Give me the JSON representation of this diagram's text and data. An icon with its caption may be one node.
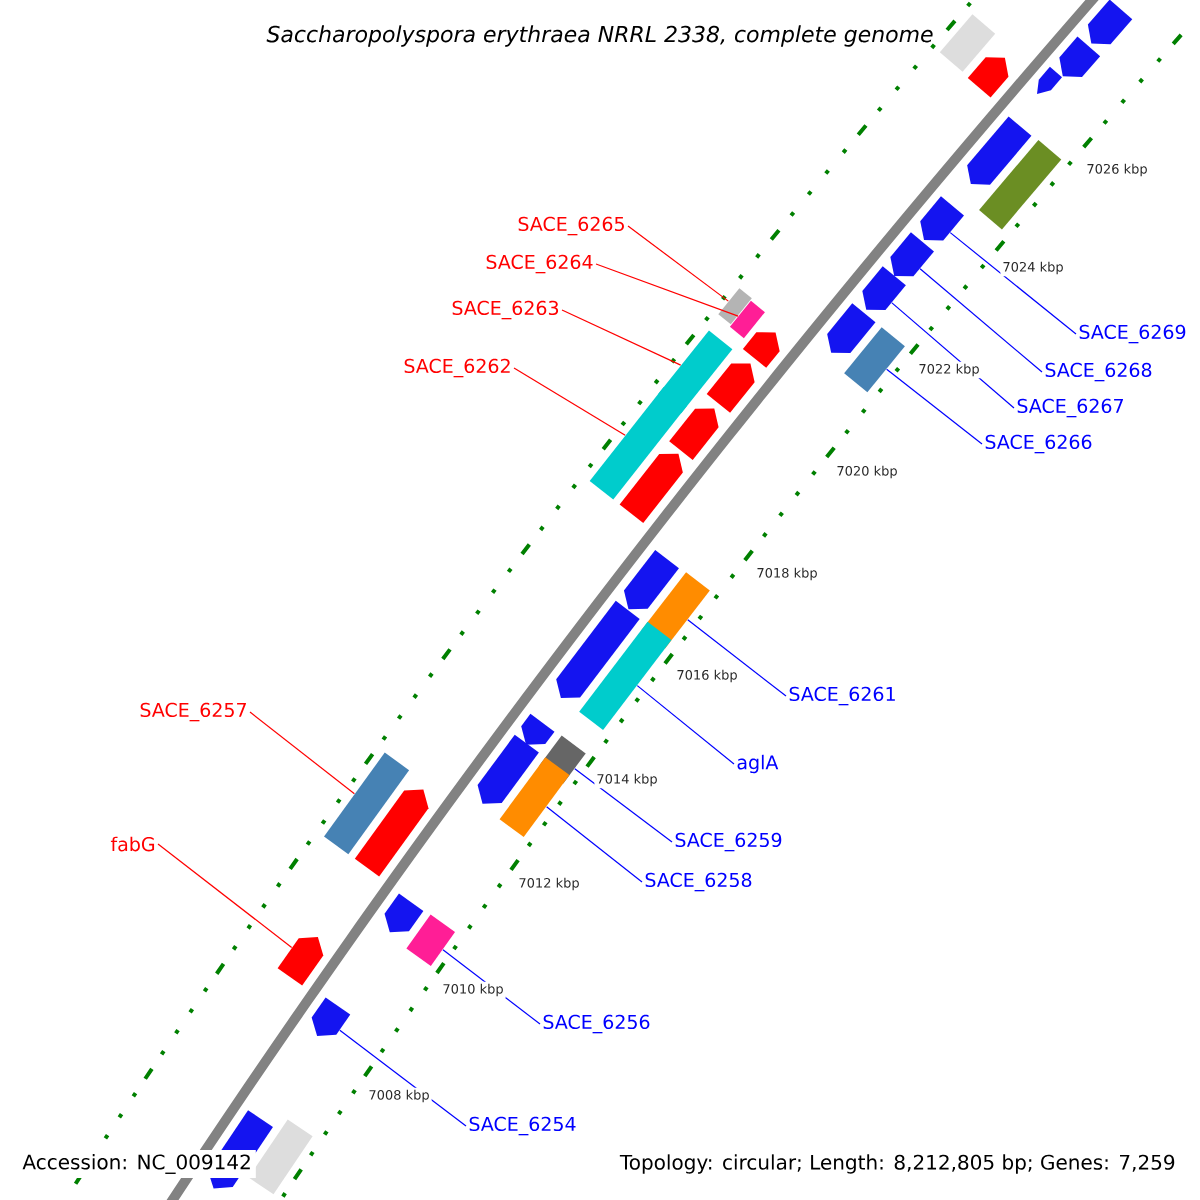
{
  "diagram": {
    "title": "Saccharopolyspora erythraea NRRL 2338, complete genome",
    "nodes": [
      {
        "text": [
          "SACE_6265"
        ]
      },
      {
        "text": [
          "SACE_6264"
        ]
      },
      {
        "text": [
          "SACE_6263"
        ]
      },
      {
        "text": [
          "SACE_6269"
        ]
      },
      {
        "text": [
          "SACE_6262"
        ]
      },
      {
        "text": [
          "SACE_6268"
        ]
      },
      {
        "text": [
          "SACE_6267"
        ]
      },
      {
        "text": [
          "SACE_6266"
        ]
      },
      {
        "text": [
          "SACE_6261"
        ]
      },
      {
        "text": [
          "SACE_6257"
        ]
      },
      {
        "text": [
          "aglA"
        ]
      },
      {
        "text": [
          "SACE_6259"
        ]
      },
      {
        "text": [
          "fabG"
        ]
      },
      {
        "text": [
          "SACE_6258"
        ]
      },
      {
        "text": [
          "SACE_6256"
        ]
      },
      {
        "text": [
          "SACE_6254"
        ]
      },
      {
        "text": [],
        "shape": "pentagon"
      },
      {
        "text": [],
        "shape": "pentagon"
      },
      {
        "text": [],
        "shape": "pentagon"
      },
      {
        "text": [],
        "shape": "box"
      },
      {
        "text": [],
        "shape": "box"
      },
      {
        "text": [],
        "shape": "box"
      },
      {
        "text": [],
        "shape": "box"
      },
      {
        "text": [],
        "shape": "box"
      },
      {
        "text": [],
        "shape": "box"
      },
      {
        "text": [],
        "shape": "box"
      },
      {
        "text": [],
        "shape": "box"
      },
      {
        "text": [],
        "shape": "box"
      },
      {
        "text": [],
        "shape": "box"
      },
      {
        "text": [],
        "shape": "box"
      },
      {
        "text": [],
        "shape": "pentagon"
      },
      {
        "text": [],
        "shape": "pentagon"
      },
      {
        "text": [],
        "shape": "pentagon"
      },
      {
        "text": [],
        "shape": "pentagon"
      },
      {
        "text": [],
        "shape": "pentagon"
      },
      {
        "text": [],
        "shape": "pentagon"
      },
      {
        "text": [],
        "shape": "pentagon"
      },
      {
        "text": [],
        "shape": "box"
      },
      {
        "text": [],
        "shape": "pentagon"
      },
      {
        "text": [],
        "shape": "pentagon"
      },
      {
        "text": [],
        "shape": "pentagon"
      },
      {
        "text": [],
        "shape": "pentagon"
      },
      {
        "text": [],
        "shape": "pentagon"
      },
      {
        "text": [],
        "shape": "pentagon"
      },
      {
        "text": [],
        "shape": "box"
      },
      {
        "text": [],
        "shape": "pentagon"
      },
      {
        "text": [],
        "shape": "box"
      },
      {
        "text": [],
        "shape": "pentagon"
      },
      {
        "text": [],
        "shape": "pentagon"
      },
      {
        "text": [],
        "shape": "pentagon"
      },
      {
        "text": [],
        "shape": "pentagon"
      },
      {
        "text": [],
        "shape": "pentagon"
      }
    ],
    "edges": [
      {
        "from": 0,
        "to": 19,
        "arrow": "none",
        "color": "#ff0000"
      },
      {
        "from": 1,
        "to": 20,
        "arrow": "none",
        "color": "#ff0000"
      },
      {
        "from": 2,
        "to": 22,
        "arrow": "none",
        "color": "#ff0000"
      },
      {
        "from": 3,
        "to": 16,
        "arrow": "none",
        "color": "#0000ff"
      },
      {
        "from": 4,
        "to": 23,
        "arrow": "none",
        "color": "#ff0000"
      },
      {
        "from": 5,
        "to": 17,
        "arrow": "none",
        "color": "#0000ff"
      },
      {
        "from": 6,
        "to": 18,
        "arrow": "none",
        "color": "#0000ff"
      },
      {
        "from": 7,
        "to": 21,
        "arrow": "none",
        "color": "#0000ff"
      },
      {
        "from": 8,
        "to": 24,
        "arrow": "none",
        "color": "#0000ff"
      },
      {
        "from": 9,
        "to": 28,
        "arrow": "none",
        "color": "#ff0000"
      },
      {
        "from": 10,
        "to": 25,
        "arrow": "none",
        "color": "#0000ff"
      },
      {
        "from": 11,
        "to": 26,
        "arrow": "none",
        "color": "#0000ff"
      },
      {
        "from": 12,
        "to": 30,
        "arrow": "none",
        "color": "#ff0000"
      },
      {
        "from": 13,
        "to": 27,
        "arrow": "none",
        "color": "#0000ff"
      },
      {
        "from": 14,
        "to": 29,
        "arrow": "none",
        "color": "#0000ff"
      },
      {
        "from": 15,
        "to": 31,
        "arrow": "none",
        "color": "#0000ff"
      }
    ],
    "labels": [
      "7026 kbp",
      "7024 kbp",
      "7022 kbp",
      "7020 kbp",
      "7018 kbp",
      "7016 kbp",
      "7014 kbp",
      "7012 kbp",
      "7010 kbp",
      "7008 kbp",
      "Accession: NC_009142",
      "Topology: circular; Length: 8,212,805 bp; Genes: 7,259"
    ]
  }
}
